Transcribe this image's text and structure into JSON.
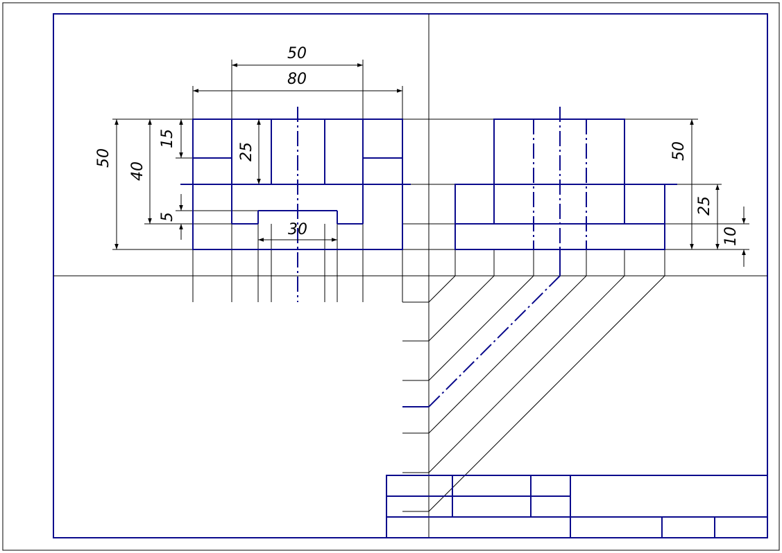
{
  "colors": {
    "main_line": "#0a0a8c",
    "thin_line": "#000000",
    "background": "#ffffff"
  },
  "dimensions": {
    "top_50": "50",
    "top_80": "80",
    "hole_30": "30",
    "left_50": "50",
    "left_40": "40",
    "left_15": "15",
    "left_25": "25",
    "left_5": "5",
    "right_50": "50",
    "right_25": "25",
    "right_10": "10"
  }
}
